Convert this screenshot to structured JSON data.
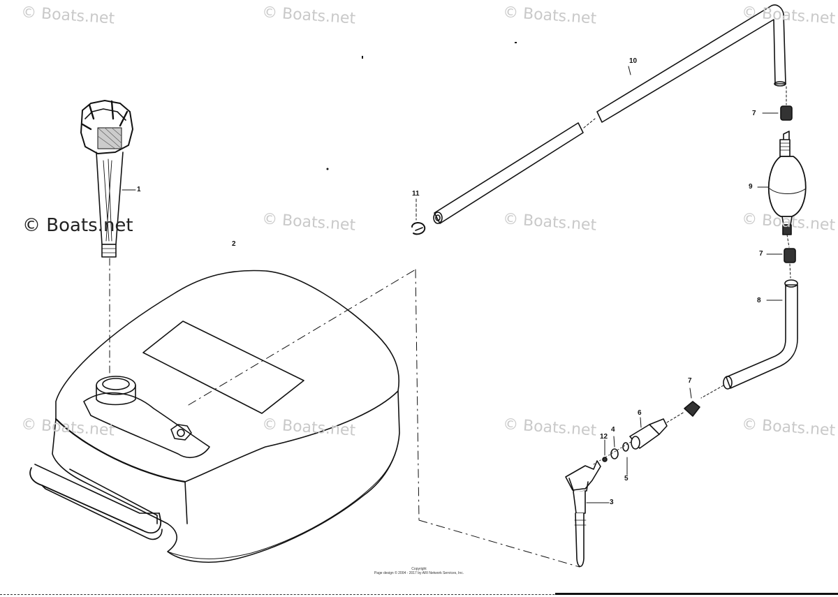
{
  "watermark": {
    "text": "© Boats.net",
    "prominent_text": "© Boats.net"
  },
  "callouts": {
    "c1": "1",
    "c2": "2",
    "c3": "3",
    "c4": "4",
    "c5": "5",
    "c6": "6",
    "c7a": "7",
    "c7b": "7",
    "c7c": "7",
    "c8": "8",
    "c9": "9",
    "c10": "10",
    "c11": "11",
    "c12": "12"
  },
  "footer": {
    "line1": "Copyright",
    "line2": "Page design © 2004 - 2017 by ARI Network Services, Inc."
  },
  "colors": {
    "ink": "#111111",
    "watermark": "#c9c9c9",
    "background": "#ffffff"
  }
}
